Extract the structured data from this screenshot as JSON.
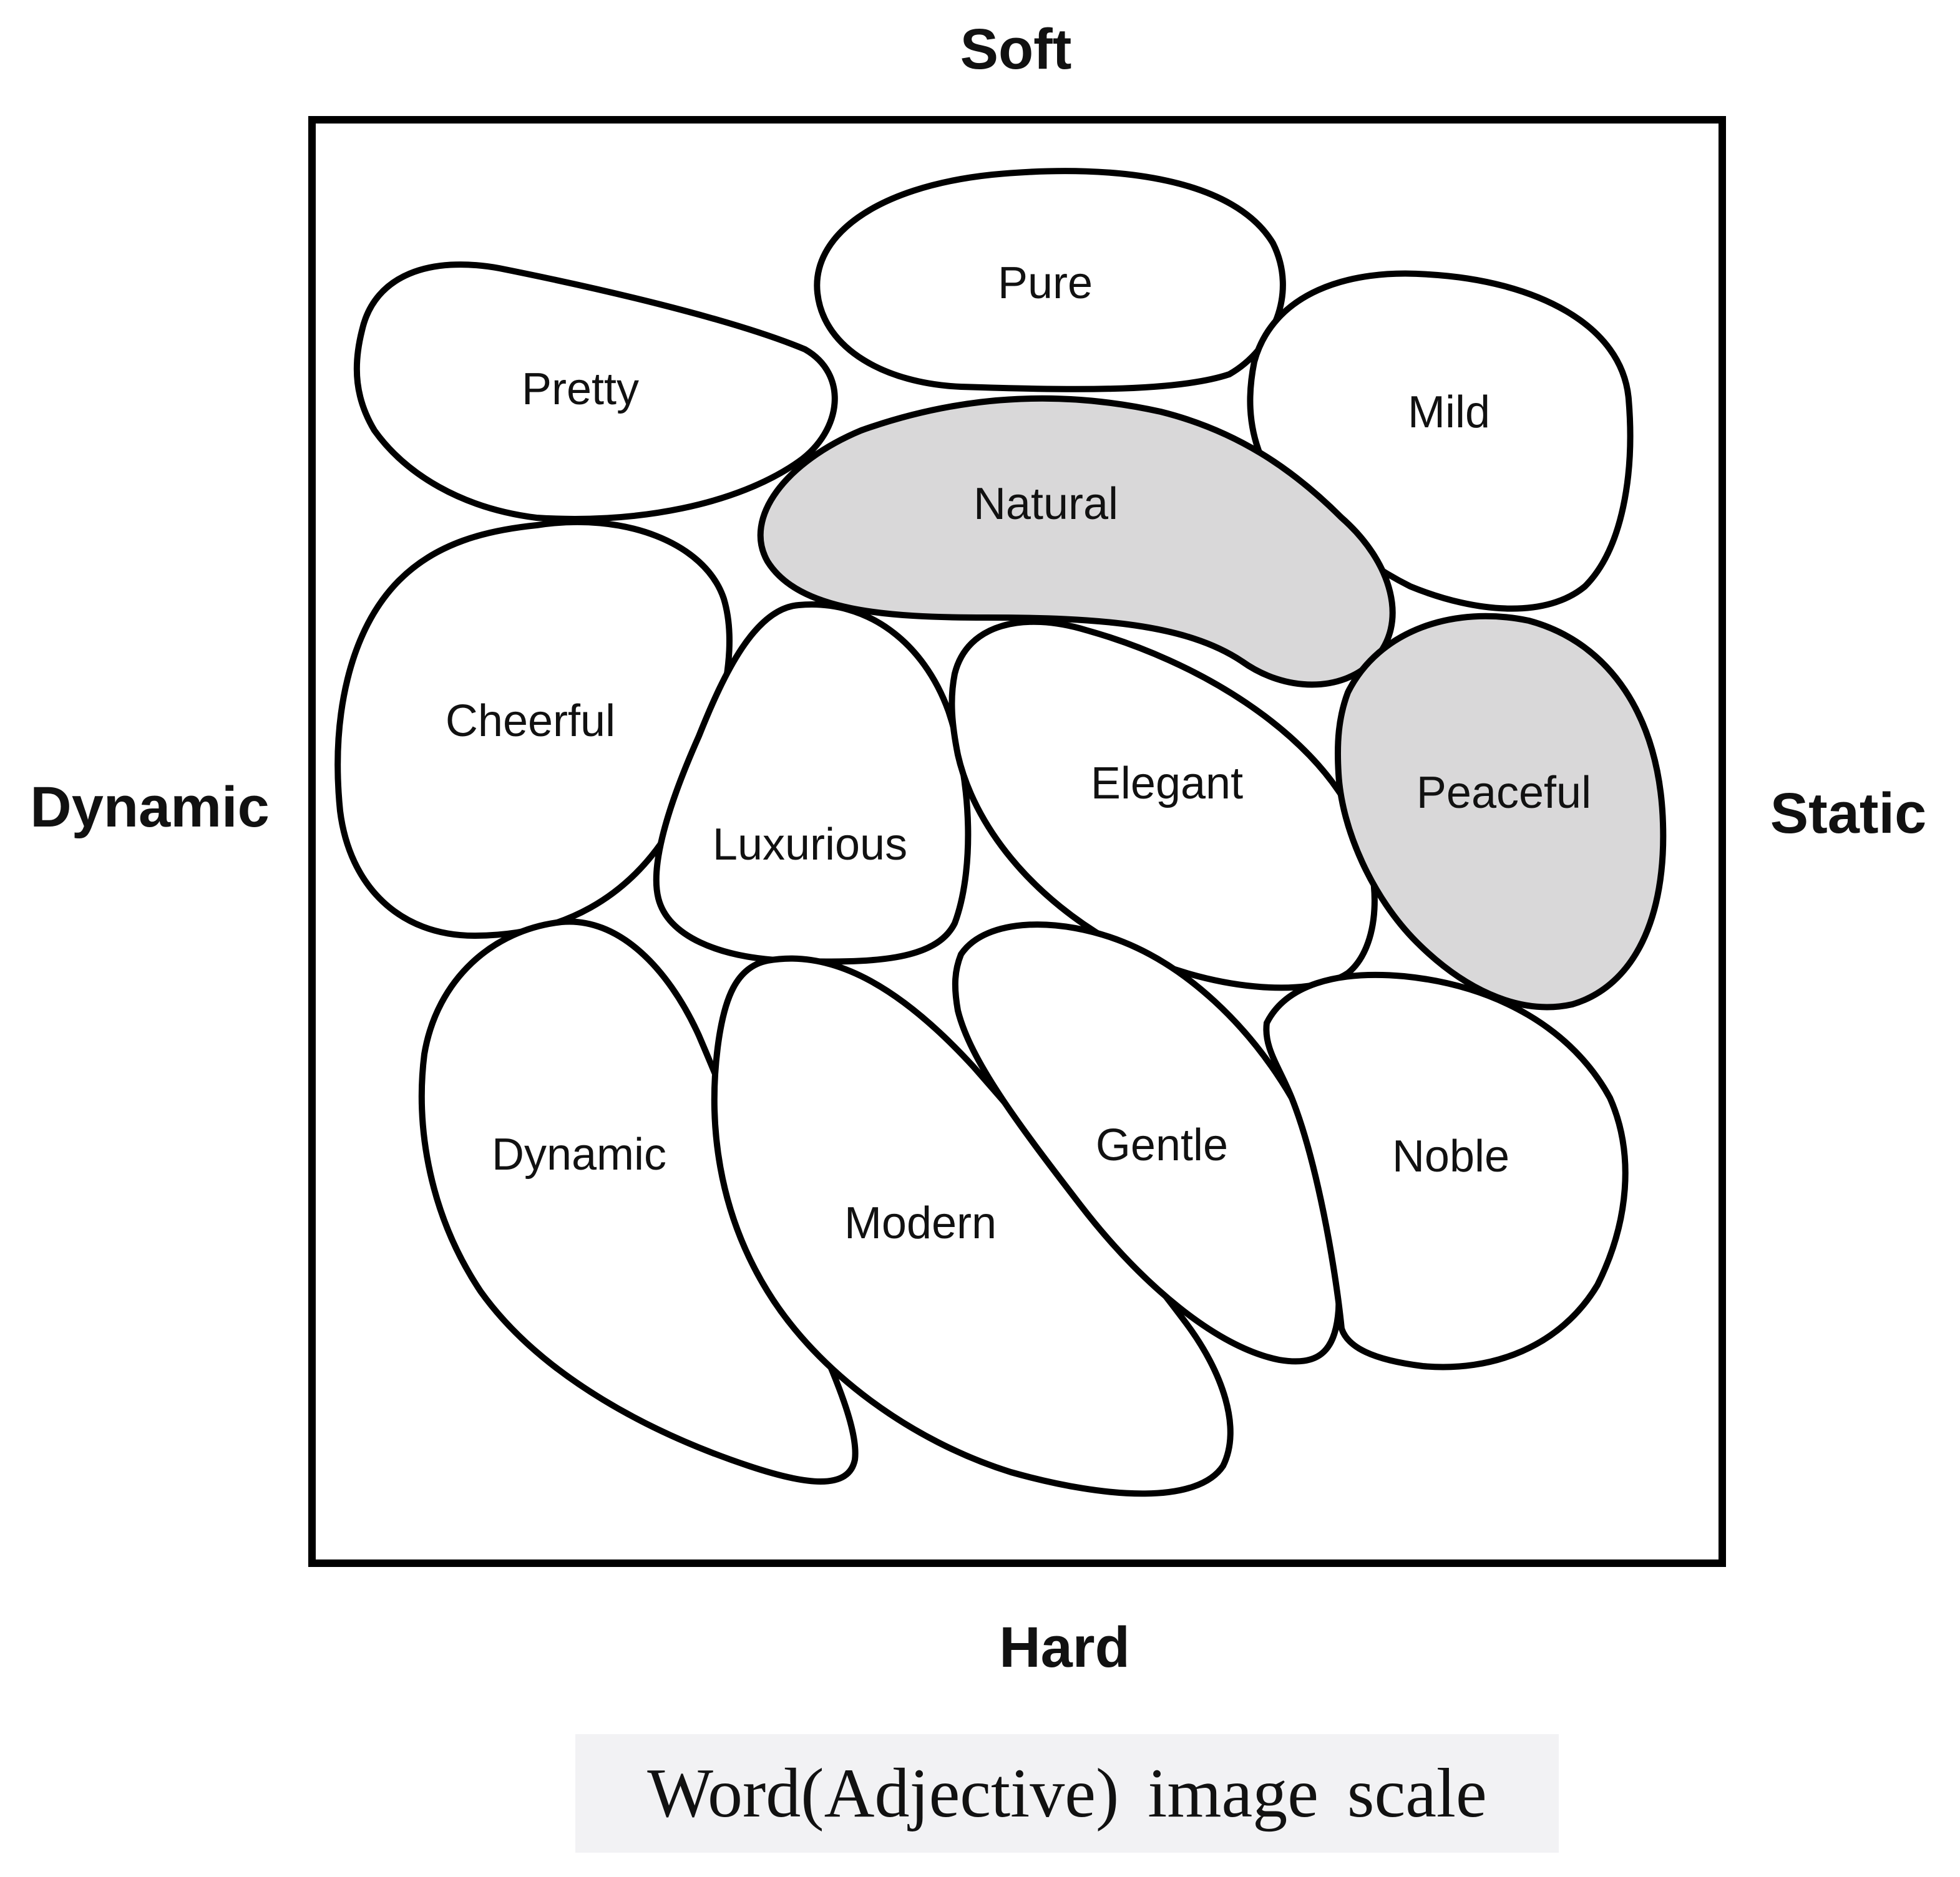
{
  "axes": {
    "top": "Soft",
    "bottom": "Hard",
    "left": "Dynamic",
    "right": "Static"
  },
  "regions": [
    {
      "id": "pure",
      "label": "Pure",
      "highlighted": false
    },
    {
      "id": "pretty",
      "label": "Pretty",
      "highlighted": false
    },
    {
      "id": "mild",
      "label": "Mild",
      "highlighted": false
    },
    {
      "id": "natural",
      "label": "Natural",
      "highlighted": true
    },
    {
      "id": "cheerful",
      "label": "Cheerful",
      "highlighted": false
    },
    {
      "id": "luxurious",
      "label": "Luxurious",
      "highlighted": false
    },
    {
      "id": "elegant",
      "label": "Elegant",
      "highlighted": false
    },
    {
      "id": "peaceful",
      "label": "Peaceful",
      "highlighted": true
    },
    {
      "id": "dynamic",
      "label": "Dynamic",
      "highlighted": false
    },
    {
      "id": "modern",
      "label": "Modern",
      "highlighted": false
    },
    {
      "id": "gentle",
      "label": "Gentle",
      "highlighted": false
    },
    {
      "id": "noble",
      "label": "Noble",
      "highlighted": false
    }
  ],
  "colors": {
    "highlight_fill": "#d9d8d9",
    "default_fill": "#ffffff",
    "stroke": "#000000"
  },
  "caption": "Word(Adjective) image scale"
}
